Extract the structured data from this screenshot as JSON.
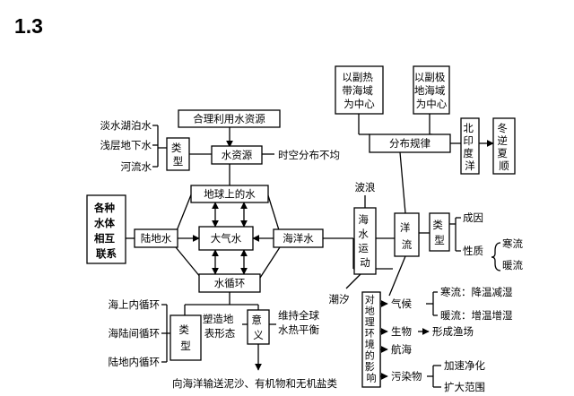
{
  "heading": "1.3",
  "nodes": {
    "rational_use": "合理利用水资源",
    "freshwater_lake": "淡水湖泊水",
    "shallow_groundwater": "浅层地下水",
    "river_water": "河流水",
    "type_a": [
      "类",
      "型"
    ],
    "water_resources": "水资源",
    "uneven": "时空分布不均",
    "earth_water": "地球上的水",
    "mutual_relation": [
      "各种",
      "水体",
      "相互",
      "联系"
    ],
    "land_water": "陆地水",
    "atmosphere_water": "大气水",
    "ocean_water": "海洋水",
    "water_cycle": "水循环",
    "sea_cycle": "海上内循环",
    "sea_land_cycle": "海陆间循环",
    "land_cycle": "陆地内循环",
    "type_b": [
      "类",
      "型"
    ],
    "shape_landform": [
      "塑造地",
      "表形态"
    ],
    "significance": [
      "意",
      "义"
    ],
    "balance": [
      "维持全球",
      "水热平衡"
    ],
    "transport": "向海洋输送泥沙、有机物和无机盐类",
    "subtropical_center": [
      "以副热",
      "带海域",
      "为中心"
    ],
    "subpolar_center": [
      "以副极",
      "地海域",
      "为中心"
    ],
    "distribution": "分布规律",
    "north_indian": [
      "北",
      "印",
      "度",
      "洋"
    ],
    "winter_summer": [
      "冬",
      "逆",
      "夏",
      "顺"
    ],
    "waves": "波浪",
    "ocean_motion": [
      "海",
      "水",
      "运",
      "动"
    ],
    "tide": "潮汐",
    "currents": [
      "洋",
      "流"
    ],
    "type_c": [
      "类",
      "型"
    ],
    "cause": "成因",
    "nature": "性质",
    "cold_current": "寒流",
    "warm_current": "暖流",
    "impact": [
      "对",
      "地",
      "理",
      "环",
      "境",
      "的",
      "影",
      "响"
    ],
    "climate": "气候",
    "cold_effect": "寒流：降温减湿",
    "warm_effect": "暖流：增温增湿",
    "biology": "生物",
    "fishery": "形成渔场",
    "navigation": "航海",
    "pollutant": "污染物",
    "purify": "加速净化",
    "expand": "扩大范围"
  }
}
